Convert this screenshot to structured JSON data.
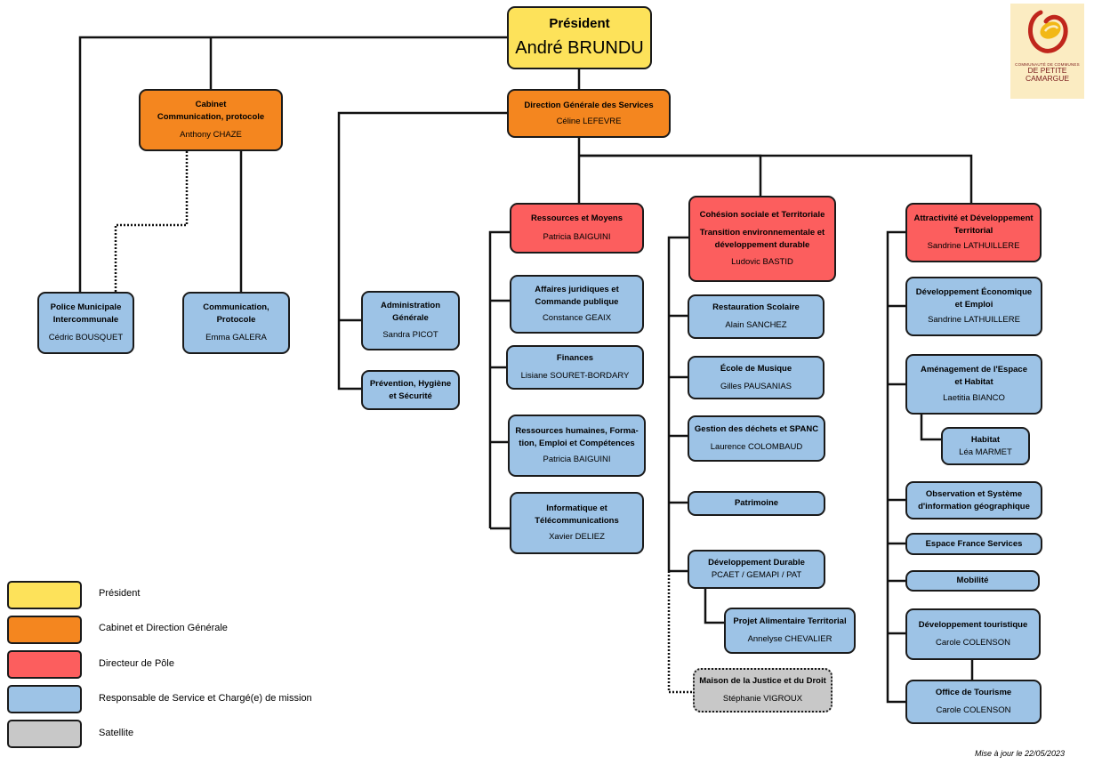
{
  "president": {
    "title": "Président",
    "name": "André BRUNDU"
  },
  "cabinet": {
    "title1": "Cabinet",
    "title2": "Communication, protocole",
    "name": "Anthony CHAZE"
  },
  "dgs": {
    "title": "Direction Générale des Services",
    "name": "Céline LEFEVRE"
  },
  "police": {
    "title1": "Police Municipale",
    "title2": "Intercommunale",
    "name": "Cédric BOUSQUET"
  },
  "communication": {
    "title1": "Communication,",
    "title2": "Protocole",
    "name": "Emma GALERA"
  },
  "admin": {
    "title1": "Administration",
    "title2": "Générale",
    "name": "Sandra PICOT"
  },
  "prevention": {
    "title1": "Prévention, Hygiène",
    "title2": "et Sécurité"
  },
  "pole1": {
    "title": "Ressources et Moyens",
    "name": "Patricia BAIGUINI",
    "services": [
      {
        "l1": "Affaires juridiques et",
        "l2": "Commande publique",
        "name": "Constance GEAIX"
      },
      {
        "l1": "Finances",
        "name": "Lisiane SOURET-BORDARY"
      },
      {
        "l1": "Ressources humaines, Forma-",
        "l2": "tion, Emploi et Compétences",
        "name": "Patricia BAIGUINI"
      },
      {
        "l1": "Informatique et",
        "l2": "Télécommunications",
        "name": "Xavier DELIEZ"
      }
    ]
  },
  "pole2": {
    "title": "Cohésion sociale et Territoriale",
    "subtitle1": "Transition environnementale et",
    "subtitle2": "développement durable",
    "name": "Ludovic BASTID",
    "services": [
      {
        "l1": "Restauration Scolaire",
        "name": "Alain SANCHEZ"
      },
      {
        "l1": "École de Musique",
        "name": "Gilles PAUSANIAS"
      },
      {
        "l1": "Gestion des déchets et SPANC",
        "name": "Laurence COLOMBAUD"
      },
      {
        "l1": "Patrimoine"
      },
      {
        "l1": "Développement Durable",
        "l2": "PCAET / GEMAPI / PAT"
      }
    ],
    "sub": {
      "l1": "Projet Alimentaire Territorial",
      "name": "Annelyse CHEVALIER"
    },
    "satellite": {
      "l1": "Maison de la Justice et du Droit",
      "name": "Stéphanie VIGROUX"
    }
  },
  "pole3": {
    "title1": "Attractivité et Développement",
    "title2": "Territorial",
    "name": "Sandrine LATHUILLERE",
    "services": [
      {
        "l1": "Développement Économique",
        "l2": "et Emploi",
        "name": "Sandrine LATHUILLERE"
      },
      {
        "l1": "Aménagement de l'Espace",
        "l2": "et Habitat",
        "name": "Laetitia BIANCO"
      },
      {
        "l1": "Observation et Système",
        "l2": "d'information géographique"
      },
      {
        "l1": "Espace France Services"
      },
      {
        "l1": "Mobilité"
      },
      {
        "l1": "Développement touristique",
        "name": "Carole COLENSON"
      }
    ],
    "habitat": {
      "l1": "Habitat",
      "name": "Léa MARMET"
    },
    "tourisme": {
      "l1": "Office de Tourisme",
      "name": "Carole COLENSON"
    }
  },
  "legend": [
    {
      "label": "Président",
      "color": "#fde25a"
    },
    {
      "label": "Cabinet et Direction Générale",
      "color": "#f4861f"
    },
    {
      "label": "Directeur de Pôle",
      "color": "#fc5e5e"
    },
    {
      "label": "Responsable de Service et Chargé(e) de mission",
      "color": "#9dc3e6"
    },
    {
      "label": "Satellite",
      "color": "#c8c8c8"
    }
  ],
  "logo": {
    "line1": "COMMUNAUTÉ DE COMMUNES",
    "line2": "DE PETITE",
    "line3": "CAMARGUE",
    "icon": "swirl-logo-icon"
  },
  "updated": "Mise à jour le 22/05/2023"
}
